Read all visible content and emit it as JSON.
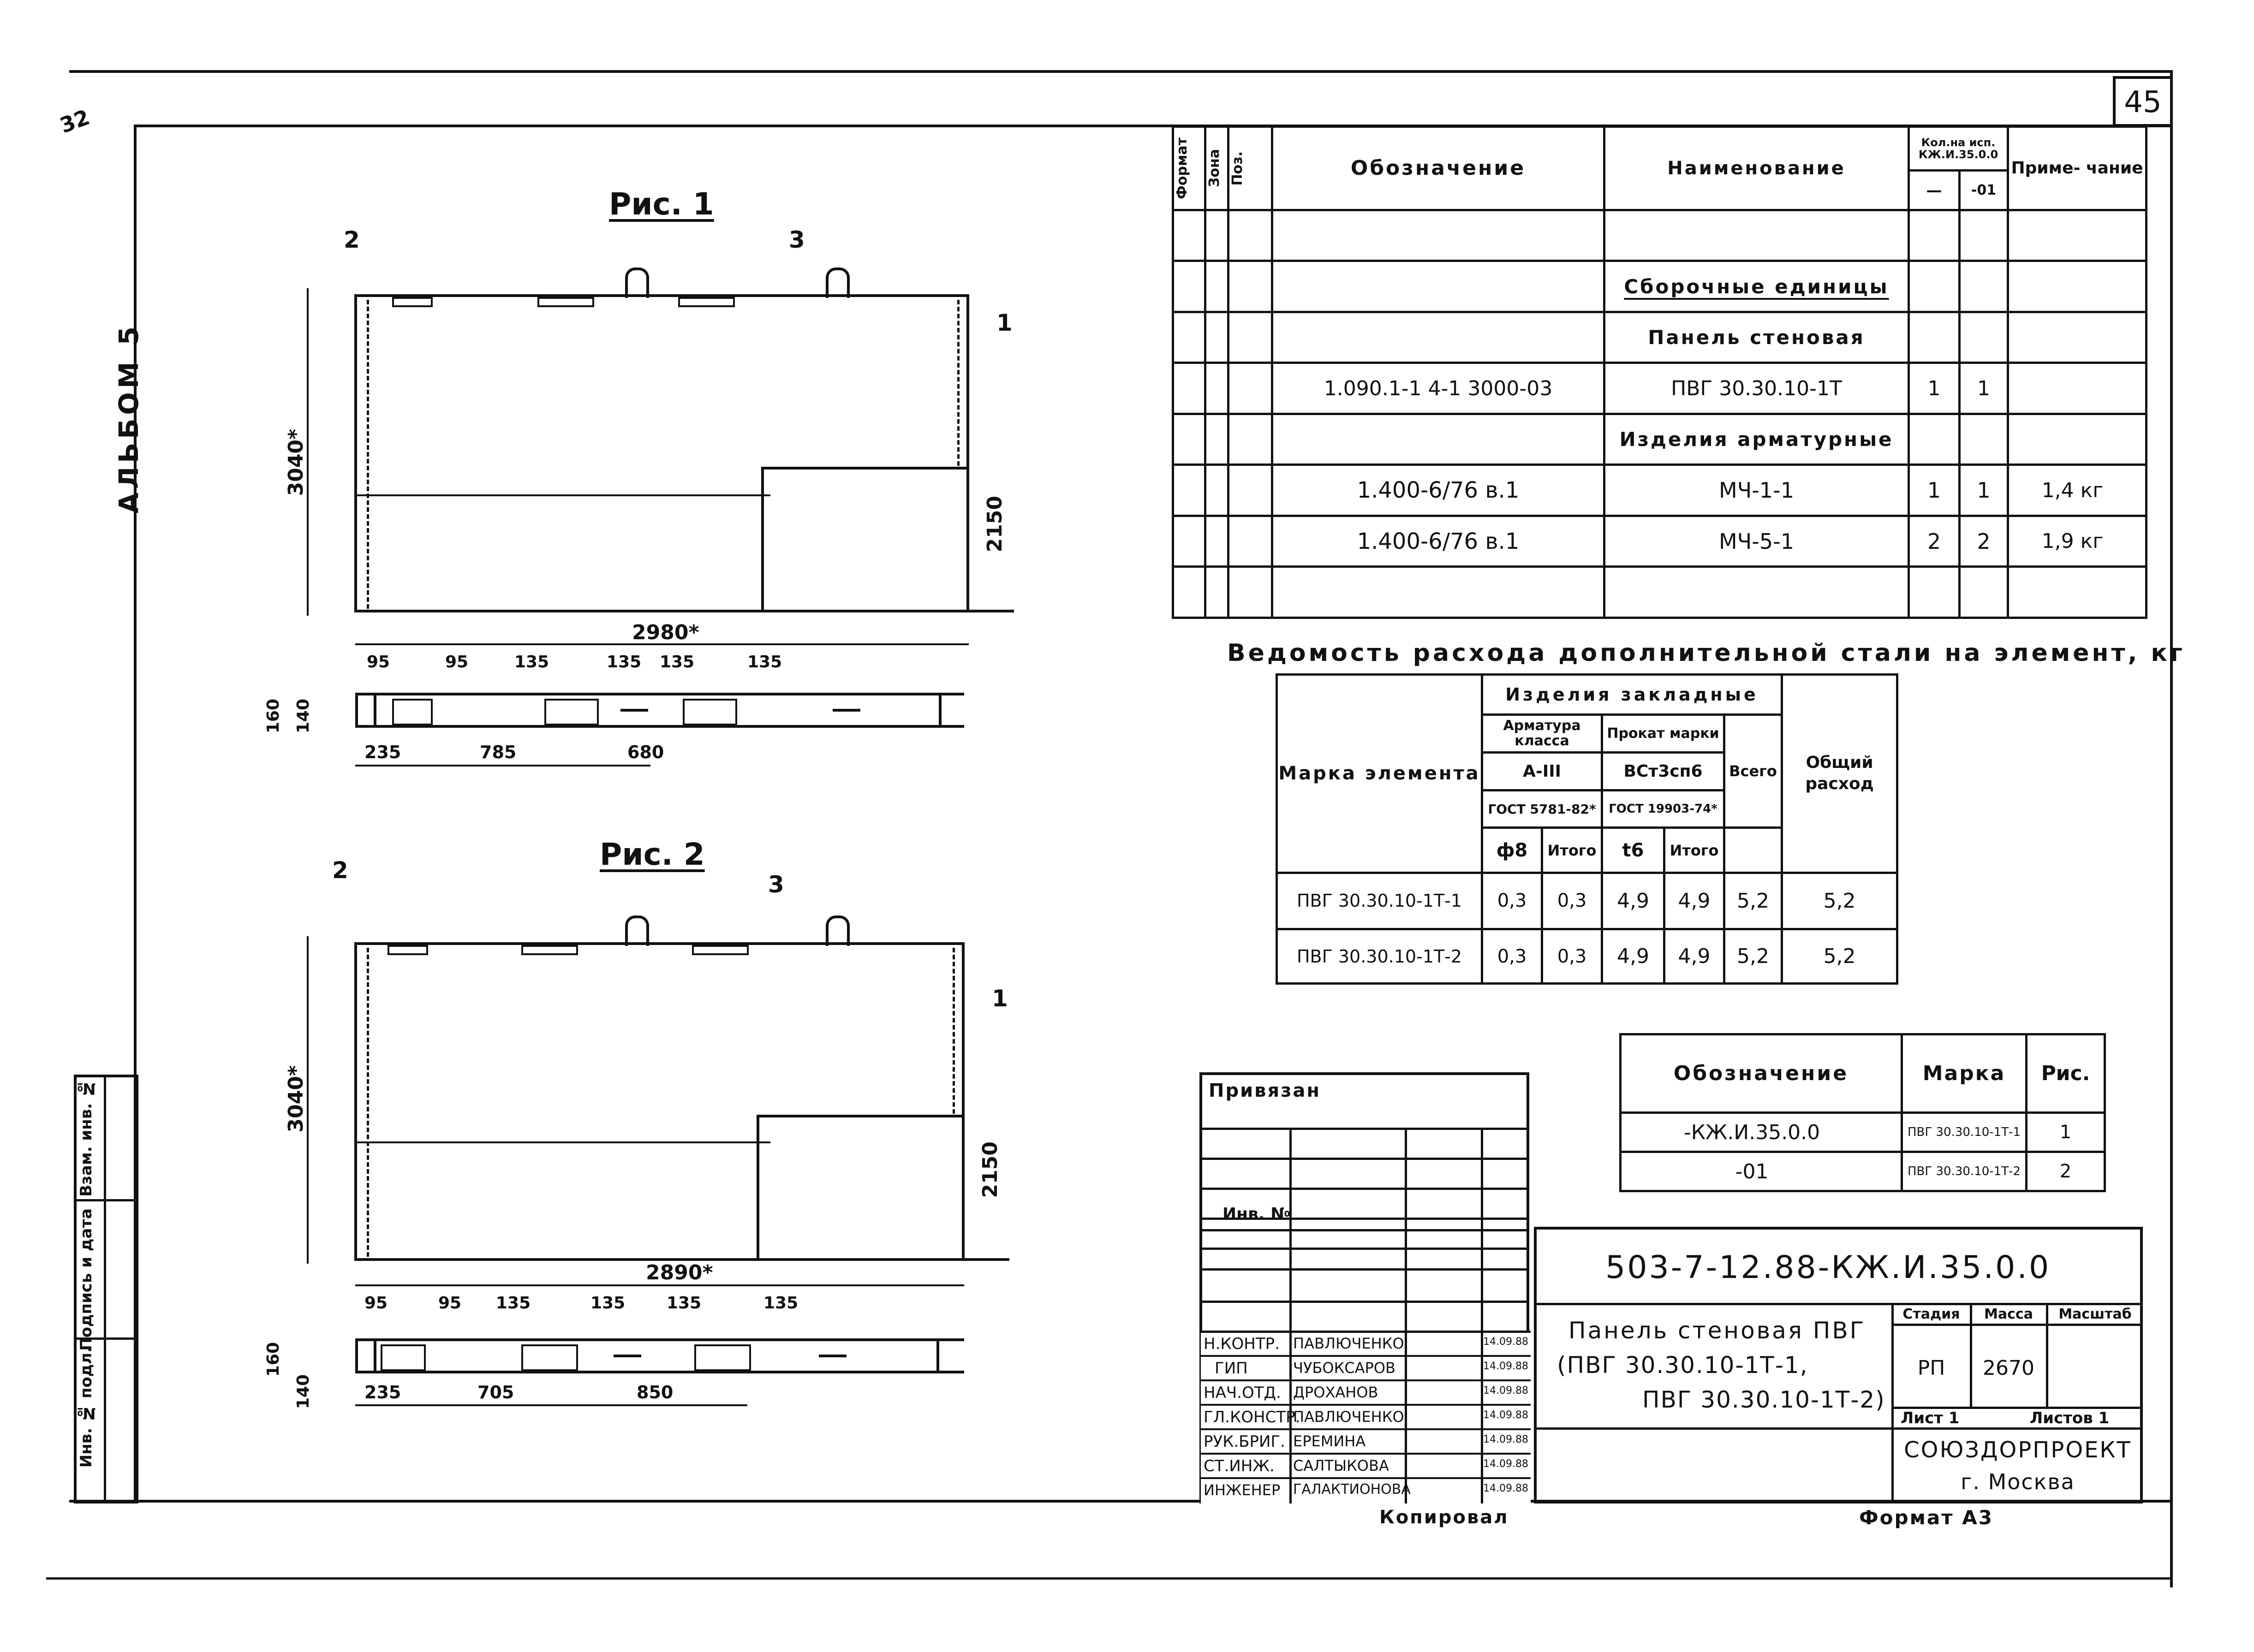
{
  "sheet": {
    "number": "45",
    "album": "АЛЬБОМ 5",
    "top_left_mark": "32"
  },
  "figures": {
    "fig1": {
      "title": "Рис. 1",
      "leaders": [
        "2",
        "3",
        "1"
      ],
      "dim_height": "3040*",
      "dim_right": "2150",
      "dim_width": "2980*",
      "top_dims": [
        "95",
        "95",
        "135",
        "135",
        "135",
        "135"
      ],
      "bottom_dims": [
        "235",
        "785",
        "680"
      ],
      "section_dims": [
        "160",
        "140"
      ]
    },
    "fig2": {
      "title": "Рис. 2",
      "leaders": [
        "2",
        "3",
        "1"
      ],
      "dim_height": "3040*",
      "dim_right": "2150",
      "dim_width": "2890*",
      "top_dims": [
        "95",
        "95",
        "135",
        "135",
        "135",
        "135"
      ],
      "bottom_dims": [
        "235",
        "705",
        "850"
      ],
      "section_dims": [
        "160",
        "140"
      ]
    }
  },
  "spec": {
    "headers": {
      "format": "Формат",
      "zone": "Зона",
      "pos": "Поз.",
      "designation": "Обозначение",
      "name": "Наименование",
      "qty": "Кол.на исп. КЖ.И.35.0.0",
      "qty_a": "—",
      "qty_b": "-01",
      "note": "Приме- чание"
    },
    "rows": [
      {
        "designation": "",
        "name": "",
        "qa": "",
        "qb": "",
        "note": ""
      },
      {
        "designation": "",
        "name": "Сборочные единицы",
        "qa": "",
        "qb": "",
        "note": ""
      },
      {
        "designation": "",
        "name": "Панель стеновая",
        "qa": "",
        "qb": "",
        "note": ""
      },
      {
        "designation": "1.090.1-1 4-1 3000-03",
        "name": "ПВГ 30.30.10-1Т",
        "qa": "1",
        "qb": "1",
        "note": ""
      },
      {
        "designation": "",
        "name": "Изделия арматурные",
        "qa": "",
        "qb": "",
        "note": ""
      },
      {
        "designation": "1.400-6/76 в.1",
        "name": "МЧ-1-1",
        "qa": "1",
        "qb": "1",
        "note": "1,4 кг"
      },
      {
        "designation": "1.400-6/76 в.1",
        "name": "МЧ-5-1",
        "qa": "2",
        "qb": "2",
        "note": "1,9 кг"
      },
      {
        "designation": "",
        "name": "",
        "qa": "",
        "qb": "",
        "note": ""
      }
    ]
  },
  "steel": {
    "title": "Ведомость расхода дополнительной стали на элемент, кг",
    "h_mark": "Марка элемента",
    "h_embedded": "Изделия закладные",
    "h_rebar": "Арматура класса",
    "h_rebar_class": "A-III",
    "h_rebar_gost": "ГОСТ 5781-82*",
    "h_rolled": "Прокат марки",
    "h_rolled_grade": "ВСт3сп6",
    "h_rolled_gost": "ГОСТ 19903-74*",
    "h_dia": "ф8",
    "h_total1": "Итого",
    "h_t": "t6",
    "h_total2": "Итого",
    "h_sum": "Всего",
    "h_overall": "Общий расход",
    "rows": [
      {
        "mark": "ПВГ 30.30.10-1Т-1",
        "d8": "0,3",
        "t1": "0,3",
        "t6": "4,9",
        "t2": "4,9",
        "sum": "5,2",
        "overall": "5,2"
      },
      {
        "mark": "ПВГ 30.30.10-1Т-2",
        "d8": "0,3",
        "t1": "0,3",
        "t6": "4,9",
        "t2": "4,9",
        "sum": "5,2",
        "overall": "5,2"
      }
    ]
  },
  "marks": {
    "h_designation": "Обозначение",
    "h_mark": "Марка",
    "h_fig": "Рис.",
    "rows": [
      {
        "designation": "-КЖ.И.35.0.0",
        "mark": "ПВГ 30.30.10-1Т-1",
        "fig": "1"
      },
      {
        "designation": "-01",
        "mark": "ПВГ 30.30.10-1Т-2",
        "fig": "2"
      }
    ]
  },
  "stamp": {
    "linked": "Привязан",
    "inv": "Инв. №",
    "code": "503-7-12.88-КЖ.И.35.0.0",
    "title_line1": "Панель стеновая ПВГ",
    "title_line2": "(ПВГ 30.30.10-1Т-1,",
    "title_line3": "ПВГ 30.30.10-1Т-2)",
    "stage_h": "Стадия",
    "mass_h": "Масса",
    "scale_h": "Масштаб",
    "stage": "РП",
    "mass": "2670",
    "scale": "",
    "sheet": "Лист 1",
    "sheets": "Листов 1",
    "org": "СОЮЗДОРПРОЕКТ",
    "city": "г. Москва",
    "copied": "Копировал",
    "format": "Формат А3",
    "people": [
      {
        "role": "Н.КОНТР.",
        "name": "ПАВЛЮЧЕНКО",
        "date": "14.09.88"
      },
      {
        "role": "ГИП",
        "name": "ЧУБОКСАРОВ",
        "date": "14.09.88"
      },
      {
        "role": "НАЧ.ОТД.",
        "name": "ДРОХАНОВ",
        "date": "14.09.88"
      },
      {
        "role": "ГЛ.КОНСТР.",
        "name": "ПАВЛЮЧЕНКО",
        "date": "14.09.88"
      },
      {
        "role": "РУК.БРИГ.",
        "name": "ЕРЕМИНА",
        "date": "14.09.88"
      },
      {
        "role": "СТ.ИНЖ.",
        "name": "САЛТЫКОВА",
        "date": "14.09.88"
      },
      {
        "role": "ИНЖЕНЕР",
        "name": "ГАЛАКТИОНОВА",
        "date": "14.09.88"
      }
    ]
  },
  "left_strip": {
    "inv_orig": "Инв. № подл.",
    "sign_date": "Подпись и дата",
    "replace_inv": "Взам. инв. №"
  }
}
